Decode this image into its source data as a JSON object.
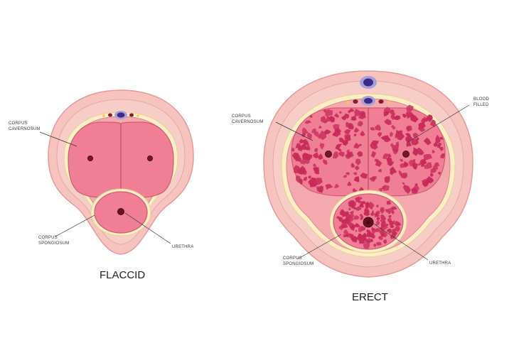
{
  "diagram": {
    "flaccid": {
      "title": "FLACCID",
      "labels": {
        "corpus_cavernosum": [
          "CORPUS",
          "CAVERNOSUM"
        ],
        "corpus_spongiosum": [
          "CORPUS",
          "SPONGIOSUM"
        ],
        "urethra": [
          "URETHRA"
        ]
      }
    },
    "erect": {
      "title": "ERECT",
      "labels": {
        "corpus_cavernosum": [
          "CORPUS",
          "CAVERNOSUM"
        ],
        "blood_filled": [
          "BLOOD",
          "FILLED"
        ],
        "corpus_spongiosum": [
          "CORPUS",
          "SPONGIOSUM"
        ],
        "urethra": [
          "URETHRA"
        ]
      }
    }
  },
  "colors": {
    "outer_skin": "#f6c3bf",
    "skin_stroke": "#e79a97",
    "fascia": "#fbeec3",
    "tunica": "#f3a9ad",
    "chamber": "#f07f95",
    "chamber_stroke": "#d25a74",
    "sinus_dark": "#c72a5a",
    "vessel_blue": "#3b2a86",
    "vessel_ring": "#a9a0d6",
    "artery_dark": "#8a1a2e"
  }
}
